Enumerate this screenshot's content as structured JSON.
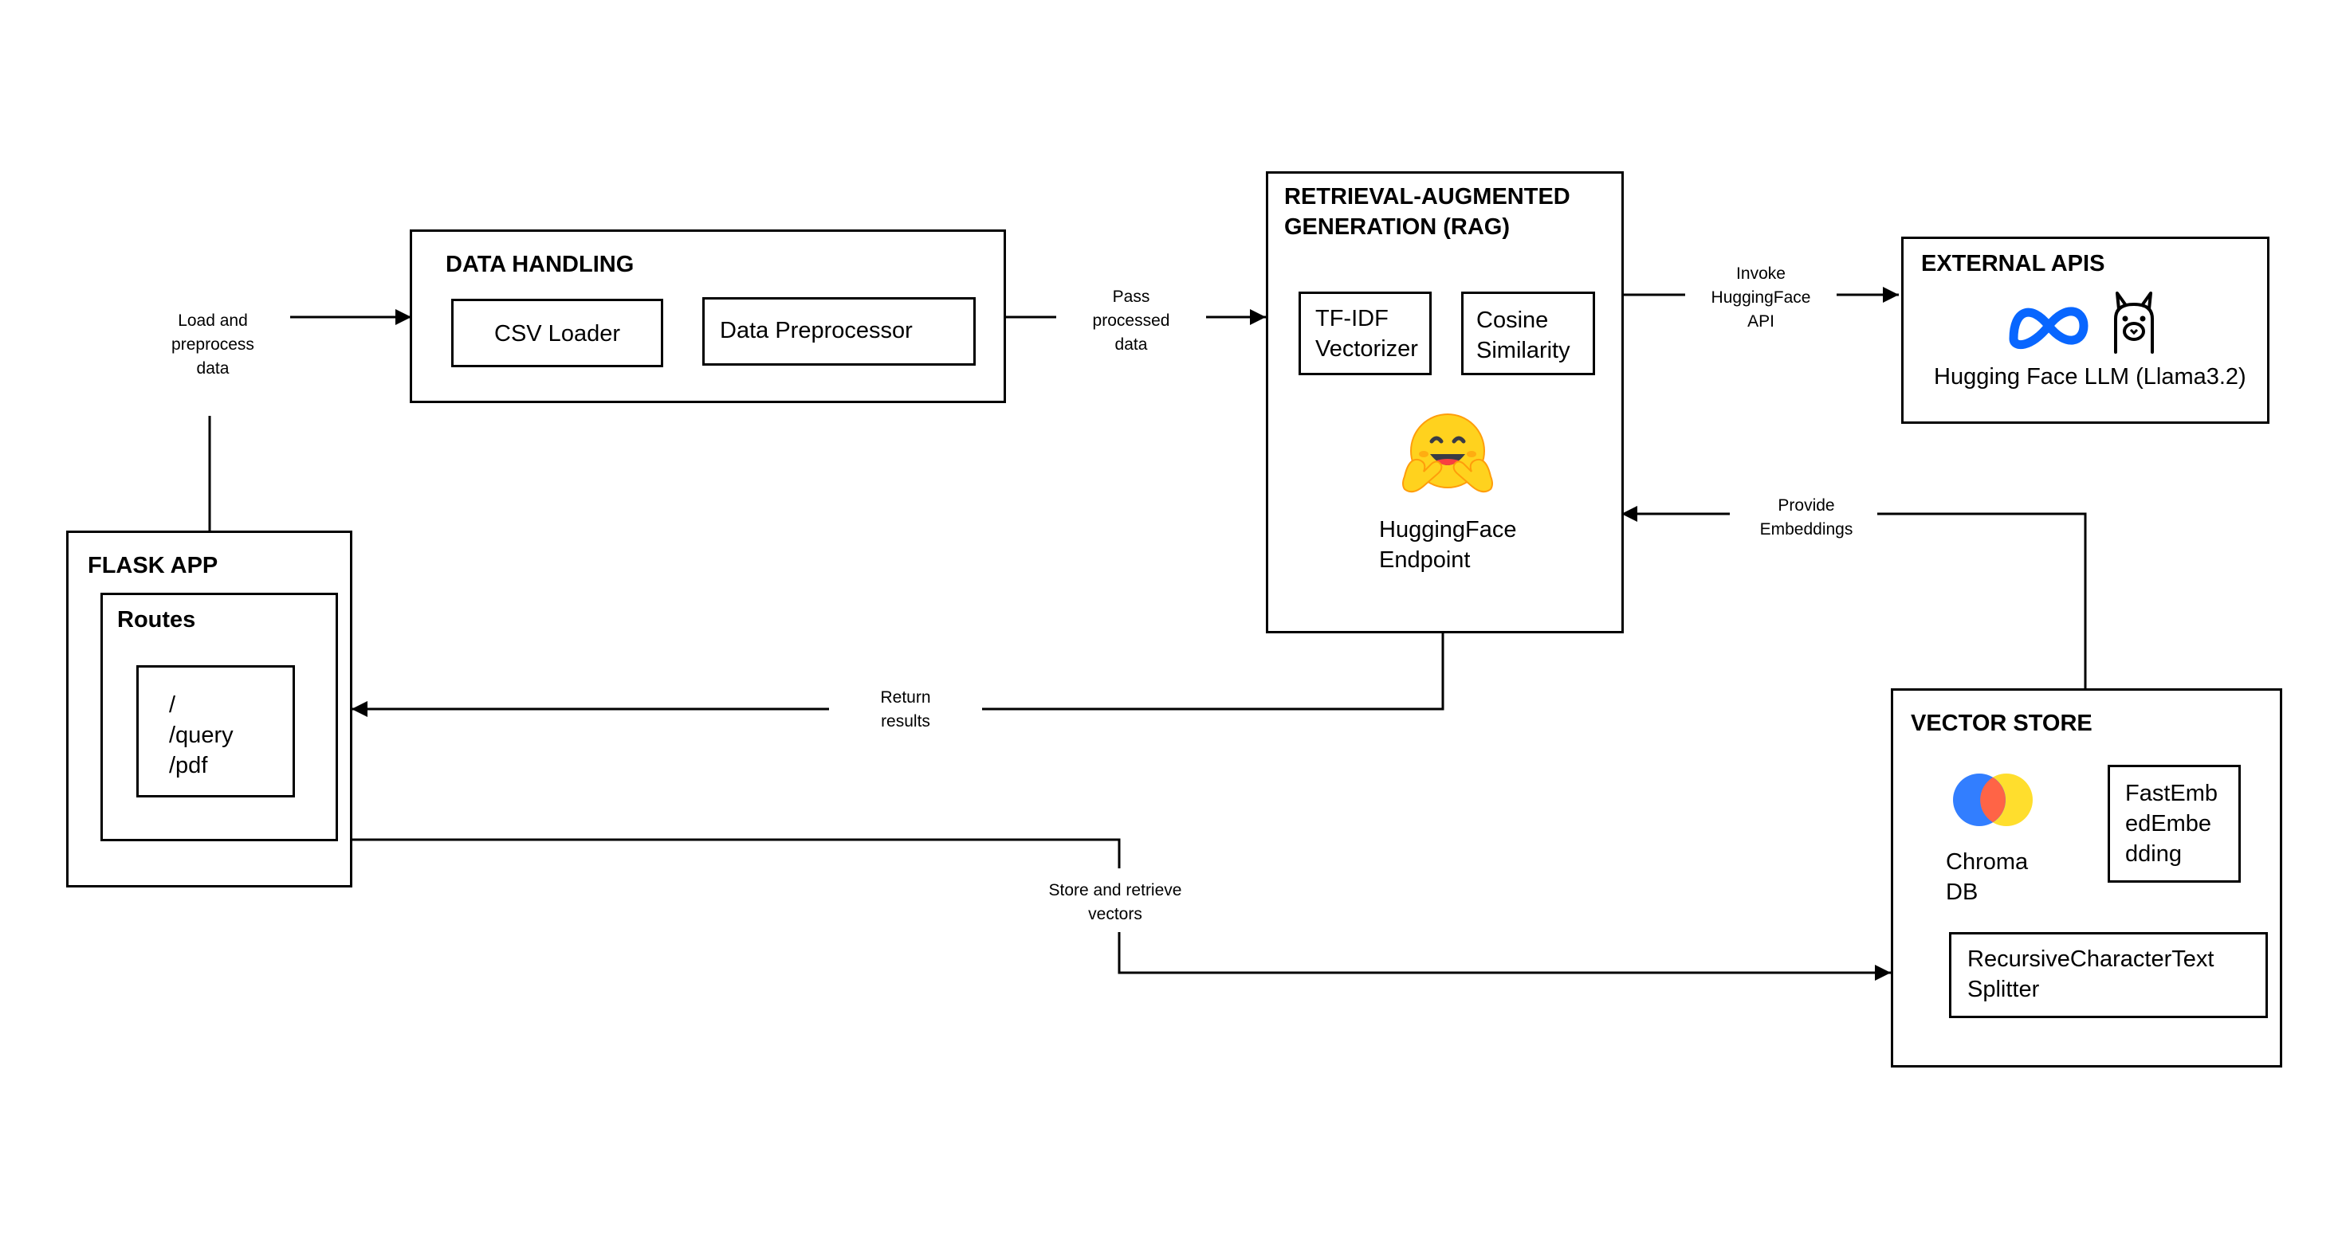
{
  "data_handling": {
    "title": "DATA HANDLING",
    "csv_loader": "CSV Loader",
    "data_preprocessor": "Data Preprocessor"
  },
  "rag": {
    "title_lines": [
      "RETRIEVAL-AUGMENTED",
      "GENERATION (RAG)"
    ],
    "tfidf_lines": [
      "TF-IDF",
      "Vectorizer"
    ],
    "cosine_lines": [
      "Cosine",
      "Similarity"
    ],
    "endpoint_lines": [
      "HuggingFace",
      "Endpoint"
    ]
  },
  "external_apis": {
    "title": "EXTERNAL APIS",
    "llm_label": "Hugging Face LLM (Llama3.2)"
  },
  "flask_app": {
    "title": "FLASK APP",
    "routes_title": "Routes",
    "routes": [
      "/",
      "/query",
      "/pdf"
    ]
  },
  "vector_store": {
    "title": "VECTOR STORE",
    "chroma_lines": [
      "Chroma",
      "DB"
    ],
    "fastembed_lines": [
      "FastEmb",
      "edEmbe",
      "dding"
    ],
    "splitter_lines": [
      "RecursiveCharacterText",
      "Splitter"
    ]
  },
  "edges": {
    "load_preprocess": [
      "Load and",
      "preprocess",
      "data"
    ],
    "pass_processed": [
      "Pass",
      "processed",
      "data"
    ],
    "invoke_api": [
      "Invoke",
      "HuggingFace",
      "API"
    ],
    "provide_embeddings": [
      "Provide",
      "Embeddings"
    ],
    "return_results": [
      "Return",
      "results"
    ],
    "store_retrieve": [
      "Store and retrieve",
      "vectors"
    ]
  },
  "icons": {
    "hugging_face": "hugging-face-icon",
    "meta": "meta-logo-icon",
    "llama": "llama-icon",
    "chroma": "chroma-logo-icon"
  },
  "colors": {
    "line": "#000000",
    "meta_blue": "#0866FF",
    "hf_yellow": "#FFD21E",
    "hf_orange": "#FF9D0B",
    "chroma_blue": "#327EFF",
    "chroma_yellow": "#FFDE2D",
    "chroma_red": "#FF6446"
  }
}
